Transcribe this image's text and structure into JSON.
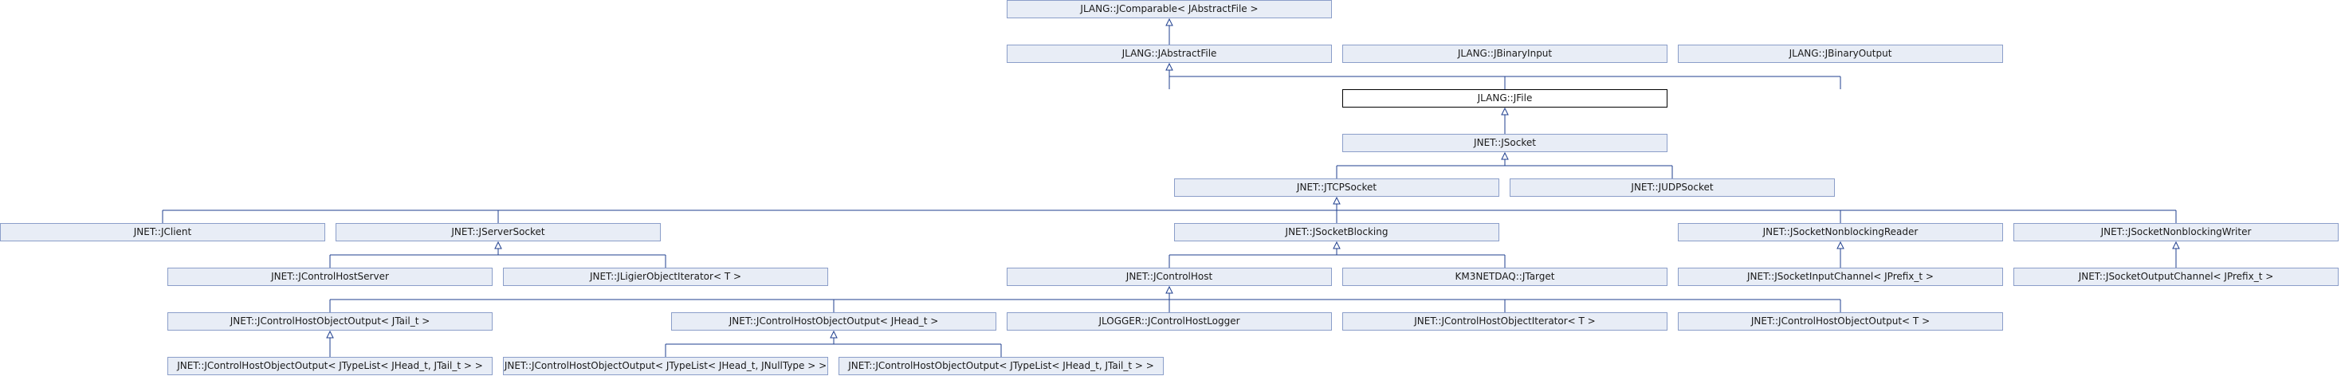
{
  "diagram": {
    "title": "",
    "nodes": {
      "jcomparable": "JLANG::JComparable< JAbstractFile >",
      "jabstractfile": "JLANG::JAbstractFile",
      "jbinaryinput": "JLANG::JBinaryInput",
      "jbinaryoutput": "JLANG::JBinaryOutput",
      "jfile": "JLANG::JFile",
      "jsocket": "JNET::JSocket",
      "jtcpsocket": "JNET::JTCPSocket",
      "judpsocket": "JNET::JUDPSocket",
      "jclient": "JNET::JClient",
      "jserversocket": "JNET::JServerSocket",
      "jsocketblocking": "JNET::JSocketBlocking",
      "jsocketnonblockingreader": "JNET::JSocketNonblockingReader",
      "jsocketnonblockingwriter": "JNET::JSocketNonblockingWriter",
      "jcontrolhostserver": "JNET::JControlHostServer",
      "jligierobjectiterator": "JNET::JLigierObjectIterator< T >",
      "jcontrolhost": "JNET::JControlHost",
      "km3netdaq_jtarget": "KM3NETDAQ::JTarget",
      "jsocketinputchannel": "JNET::JSocketInputChannel< JPrefix_t >",
      "jsocketoutputchannel": "JNET::JSocketOutputChannel< JPrefix_t >",
      "jchoo_jtail": "JNET::JControlHostObjectOutput< JTail_t >",
      "jchoo_jhead": "JNET::JControlHostObjectOutput< JHead_t >",
      "jcontrolhostlogger": "JLOGGER::JControlHostLogger",
      "jcontrolhostobjectiterator": "JNET::JControlHostObjectIterator< T >",
      "jchoo_t": "JNET::JControlHostObjectOutput< T >",
      "jchoo_typelist_jhead_jtail_a": "JNET::JControlHostObjectOutput< JTypeList< JHead_t, JTail_t > >",
      "jchoo_typelist_jhead_jnulltype": "JNET::JControlHostObjectOutput< JTypeList< JHead_t, JNullType > >",
      "jchoo_typelist_jhead_jtail_b": "JNET::JControlHostObjectOutput< JTypeList< JHead_t, JTail_t > >"
    },
    "colors": {
      "node_fill": "#e8edf6",
      "node_border": "#8b9ec9",
      "current_border": "#000000",
      "edge": "#1f3f8f"
    }
  }
}
